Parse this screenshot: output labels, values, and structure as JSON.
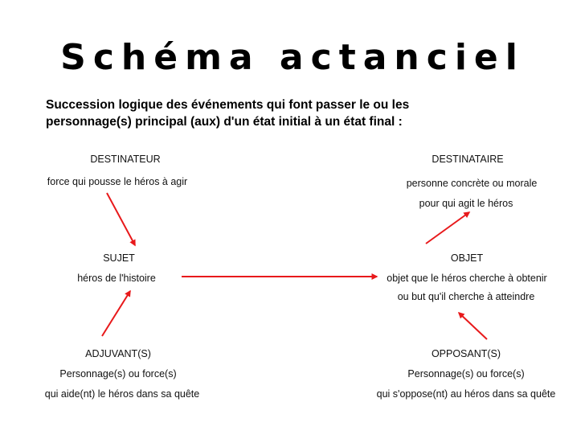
{
  "title": "Schéma actanciel",
  "subtitle": {
    "line1": "Succession logique des événements qui font passer le ou les",
    "line2": "personnage(s) principal (aux) d'un état initial à un état final :"
  },
  "destinateur": {
    "heading": "DESTINATEUR",
    "desc": "force qui pousse le héros à agir"
  },
  "destinataire": {
    "heading": "DESTINATAIRE",
    "desc1": "personne concrète ou morale",
    "desc2": "pour qui agit le héros"
  },
  "sujet": {
    "heading": "SUJET",
    "desc": "héros de l'histoire"
  },
  "objet": {
    "heading": "OBJET",
    "desc1": "objet que le héros cherche à obtenir",
    "desc2": "ou but qu'il cherche à atteindre"
  },
  "adjuvant": {
    "heading": "ADJUVANT(S)",
    "desc1": "Personnage(s) ou force(s)",
    "desc2": "qui aide(nt) le héros dans sa quête"
  },
  "opposant": {
    "heading": "OPPOSANT(S)",
    "desc1": "Personnage(s) ou force(s)",
    "desc2": "qui s'oppose(nt) au héros dans sa quête"
  },
  "colors": {
    "arrow": "#e8191b",
    "text": "#000000",
    "background": "#ffffff"
  }
}
